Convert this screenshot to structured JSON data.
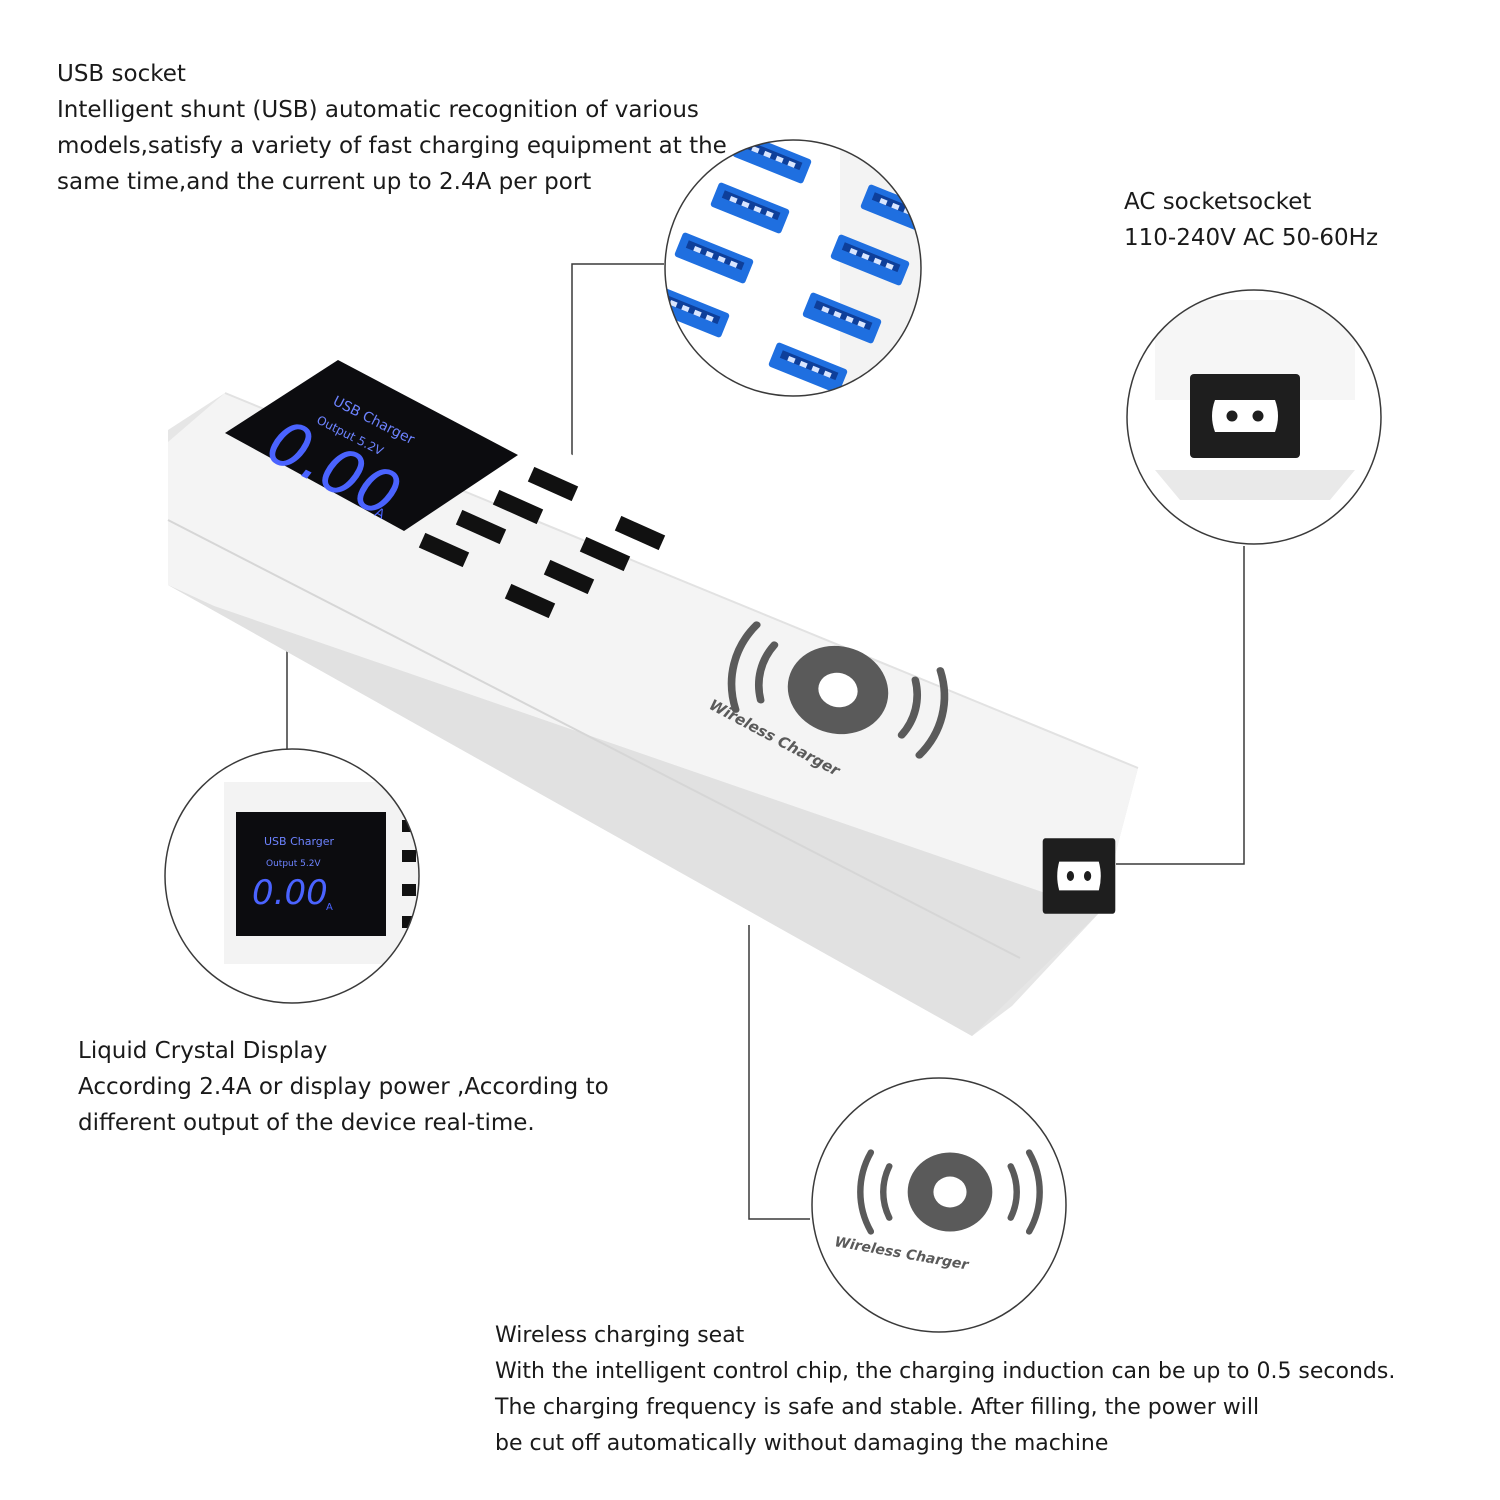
{
  "callouts": {
    "usb": {
      "title": "USB socket",
      "lines": [
        "Intelligent shunt (USB) automatic recognition of various",
        "models,satisfy a variety of fast charging equipment at the",
        "same time,and the current up to 2.4A per port"
      ]
    },
    "ac": {
      "title": "AC socketsocket",
      "lines": [
        "110-240V AC 50-60Hz"
      ]
    },
    "lcd": {
      "title": "Liquid Crystal Display",
      "lines": [
        "According 2.4A or display power ,According to",
        "different output of the device real-time."
      ]
    },
    "wireless": {
      "title": "Wireless charging seat",
      "lines": [
        "With the intelligent control chip, the charging induction can be up to 0.5 seconds.",
        "The charging frequency is safe and stable. After filling, the power will",
        "be cut off automatically without damaging the machine"
      ]
    }
  },
  "device": {
    "lcd_title": "USB Charger",
    "lcd_output": "Output 5.2V",
    "lcd_reading": "0.00",
    "lcd_unit": "A",
    "pad_label": "Wireless Charger",
    "usb_port_count": 8
  },
  "colors": {
    "usb_blue": "#1f6fe0",
    "lcd_digits": "#4a63ff",
    "lcd_text": "#6d83ff",
    "device_body": "#f2f2f2",
    "logo_gray": "#5a5a5a",
    "leader_line": "#3a3a3a"
  },
  "icons": [
    "usb-port-icon",
    "ac-socket-icon",
    "wireless-charging-icon",
    "lcd-screen-icon"
  ]
}
